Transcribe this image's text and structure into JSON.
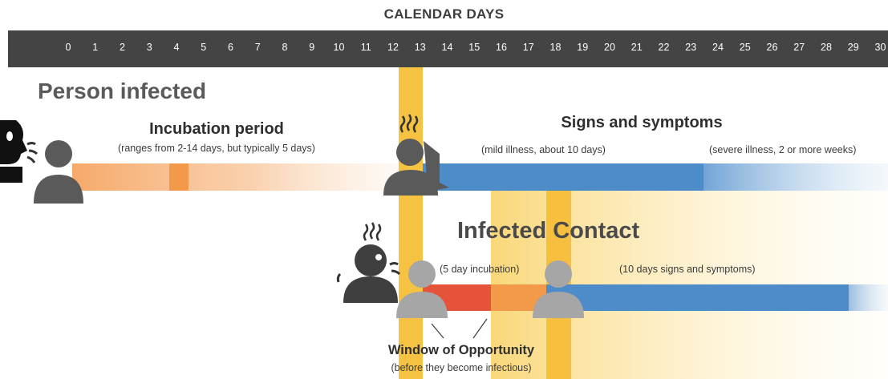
{
  "header": {
    "title": "CALENDAR DAYS"
  },
  "calendar": {
    "days": [
      "0",
      "1",
      "2",
      "3",
      "4",
      "5",
      "6",
      "7",
      "8",
      "9",
      "10",
      "11",
      "12",
      "13",
      "14",
      "15",
      "16",
      "17",
      "18",
      "19",
      "20",
      "21",
      "22",
      "23",
      "24",
      "25",
      "26",
      "27",
      "28",
      "29",
      "30"
    ]
  },
  "person": {
    "heading": "Person infected",
    "incubation_title": "Incubation period",
    "incubation_note": "(ranges from 2-14 days, but typically 5 days)",
    "symptoms_title": "Signs and symptoms",
    "mild_note": "(mild illness, about 10 days)",
    "severe_note": "(severe illness, 2 or more weeks)"
  },
  "contact": {
    "heading": "Infected Contact",
    "incubation_note": "(5 day incubation)",
    "symptoms_note": "(10 days signs and symptoms)"
  },
  "window": {
    "title": "Window of Opportunity",
    "note": "(before they become infectious)"
  },
  "colors": {
    "day_bar": "#444444",
    "highlight": "#f5c242",
    "incubation": "#f6a96a",
    "symptoms": "#4e8cc9",
    "window": "#e5533a",
    "person_icon": "#5a5a5a",
    "contact_icon": "#a6a6a6"
  },
  "icons": [
    "coughing-person-icon",
    "person-icon",
    "sick-person-icon",
    "contact-person-icon"
  ]
}
